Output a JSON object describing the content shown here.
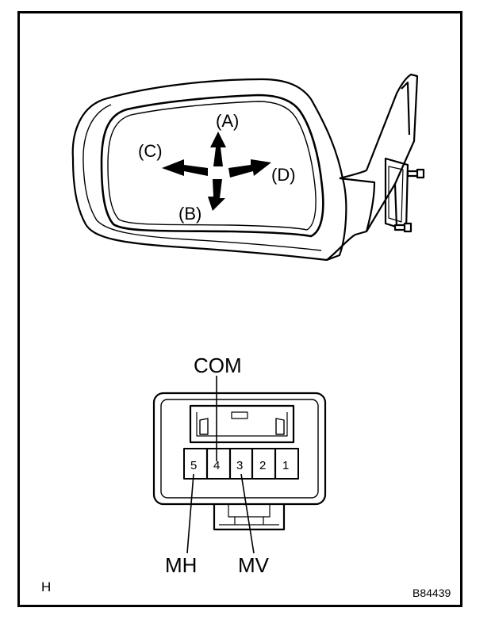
{
  "mirror": {
    "directions": {
      "a": "(A)",
      "b": "(B)",
      "c": "(C)",
      "d": "(D)"
    }
  },
  "connector": {
    "pins": [
      "5",
      "4",
      "3",
      "2",
      "1"
    ],
    "labels": {
      "com": "COM",
      "mh": "MH",
      "mv": "MV"
    }
  },
  "figure": {
    "view_code": "H",
    "ref_code": "B84439"
  },
  "colors": {
    "ink": "#000000",
    "paper": "#ffffff"
  }
}
